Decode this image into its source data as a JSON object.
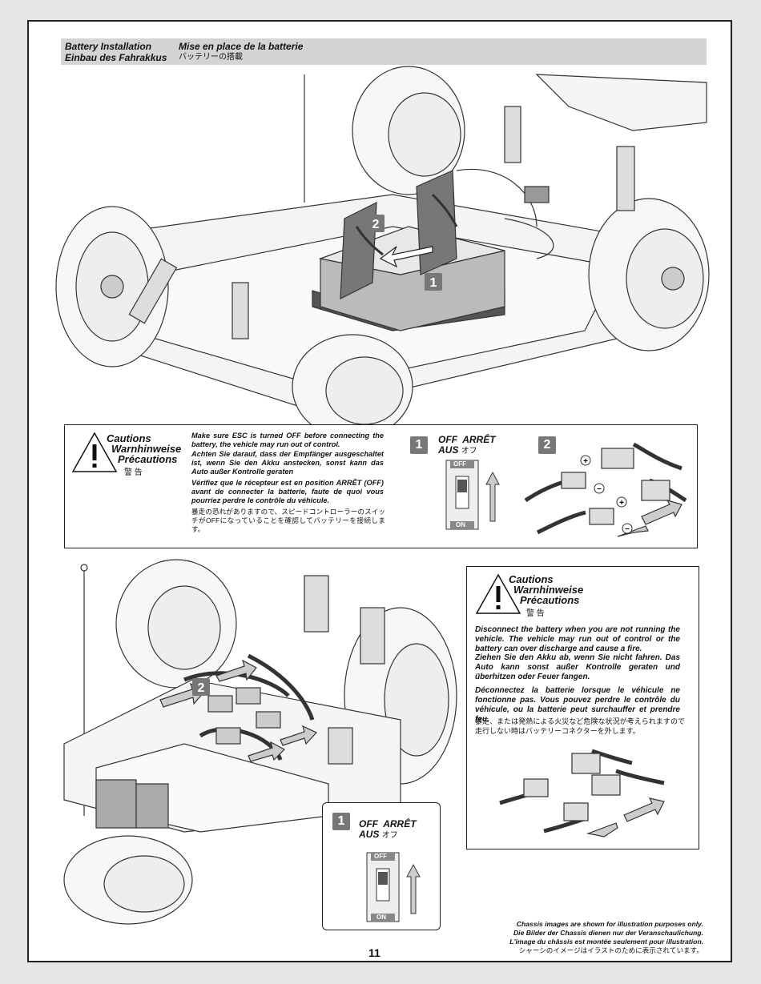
{
  "header": {
    "title_en": "Battery Installation",
    "title_fr": "Mise en place de la batterie",
    "title_de": "Einbau des Fahrakkus",
    "title_ja": "バッテリーの搭載"
  },
  "figure1": {
    "step1": "1",
    "step2": "2"
  },
  "caution1": {
    "title_en": "Cautions",
    "title_de": "Warnhinweise",
    "title_fr": "Précautions",
    "title_ja": "警 告",
    "text_en_a": "Make sure ESC is turned ",
    "text_en_off": "OFF",
    "text_en_b": " before connecting the battery, the vehicle may run out of control.",
    "text_de": "Achten Sie darauf, dass der Empfänger ausgeschaltet ist, wenn Sie den Akku anstecken, sonst kann das Auto außer Kontrolle geraten",
    "text_fr": "Vérifiez que le récepteur est en position ARRÊT (OFF) avant de connecter la batterie, faute de quoi vous pourriez perdre le contrôle du véhicule.",
    "text_ja": "暴走の恐れがありますので、スピードコントローラーのスイッチがOFFになっていることを確認してバッテリーを接続します。",
    "step1": "1",
    "step2": "2",
    "switch_label_1": "OFF  ARRÊT",
    "switch_label_2a": "AUS",
    "switch_label_2b": "オフ",
    "switch_off": "OFF",
    "switch_on": "ON",
    "plus": "+",
    "minus": "−"
  },
  "figure2": {
    "step2": "2",
    "step1": "1",
    "switch_label_1": "OFF  ARRÊT",
    "switch_label_2a": "AUS",
    "switch_label_2b": "オフ",
    "switch_off": "OFF",
    "switch_on": "ON"
  },
  "caution2": {
    "title_en": "Cautions",
    "title_de": "Warnhinweise",
    "title_fr": "Précautions",
    "title_ja": "警 告",
    "text_en": "Disconnect the battery when you are not running the vehicle. The vehicle may run out of control or the battery can over discharge and cause a fire.",
    "text_de": "Ziehen Sie den Akku ab, wenn Sie nicht fahren. Das Auto kann sonst außer Kontrolle geraten und überhitzen oder Feuer fangen.",
    "text_fr": "Déconnectez la batterie lorsque le véhicule ne fonctionne pas. Vous pouvez perdre le contrôle du véhicule, ou la batterie peut surchauffer et prendre feu.",
    "text_ja": "暴走、または発熱による火災など危険な状況が考えられますので走行しない時はバッテリーコネクターを外します。"
  },
  "footer": {
    "note_en": "Chassis images are shown for illustration purposes only.",
    "note_de": "Die Bilder der Chassis dienen nur der  Veranschaulichung.",
    "note_fr": "L'image du châssis est montée seulement pour illustration.",
    "note_ja": "シャーシのイメージはイラストのために表示されています。",
    "page_number": "11"
  },
  "colors": {
    "header_bar": "#d4d4d4",
    "step_badge": "#777777",
    "line_art": "#333333"
  }
}
